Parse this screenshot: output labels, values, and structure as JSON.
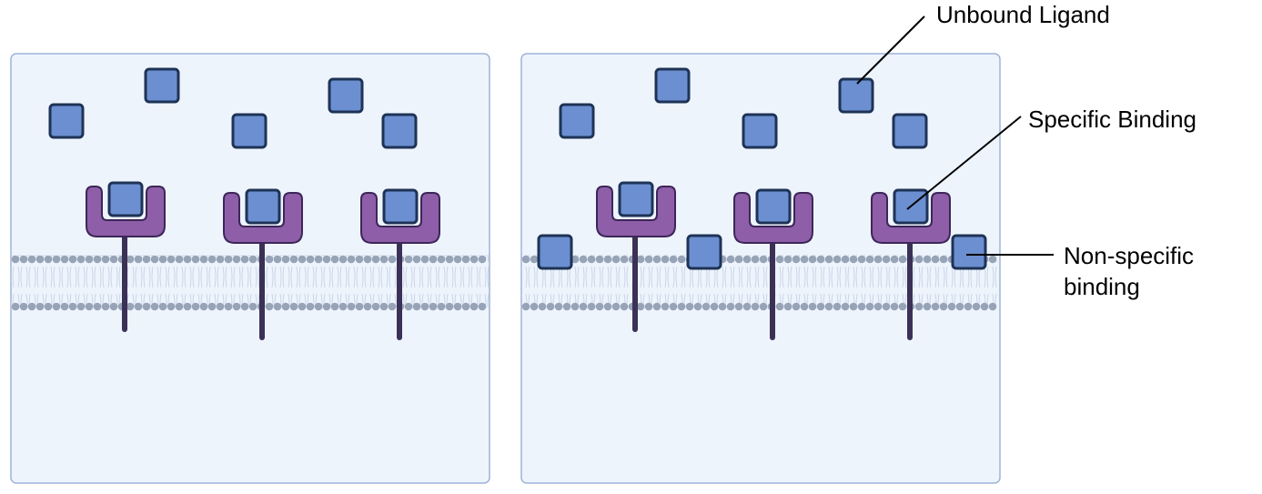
{
  "colors": {
    "background": "#ffffff",
    "panel_fill": "#eef4fc",
    "panel_stroke": "#9db3d8",
    "ligand_fill": "#6b8fd0",
    "ligand_stroke": "#1e3356",
    "receptor_fill": "#8e5ea8",
    "receptor_stroke": "#3d2659",
    "receptor_stem": "#3b3156",
    "lipid_head": "#97a3b6",
    "lipid_tail": "#c6d3e6",
    "leader_line": "#000000"
  },
  "icons": [
    "ligand-square-icon",
    "receptor-icon",
    "membrane-bilayer-icon"
  ],
  "labels": {
    "unbound_ligand": "Unbound Ligand",
    "specific_binding": "Specific Binding",
    "nonspecific_line1": "Non-specific",
    "nonspecific_line2": "binding"
  }
}
